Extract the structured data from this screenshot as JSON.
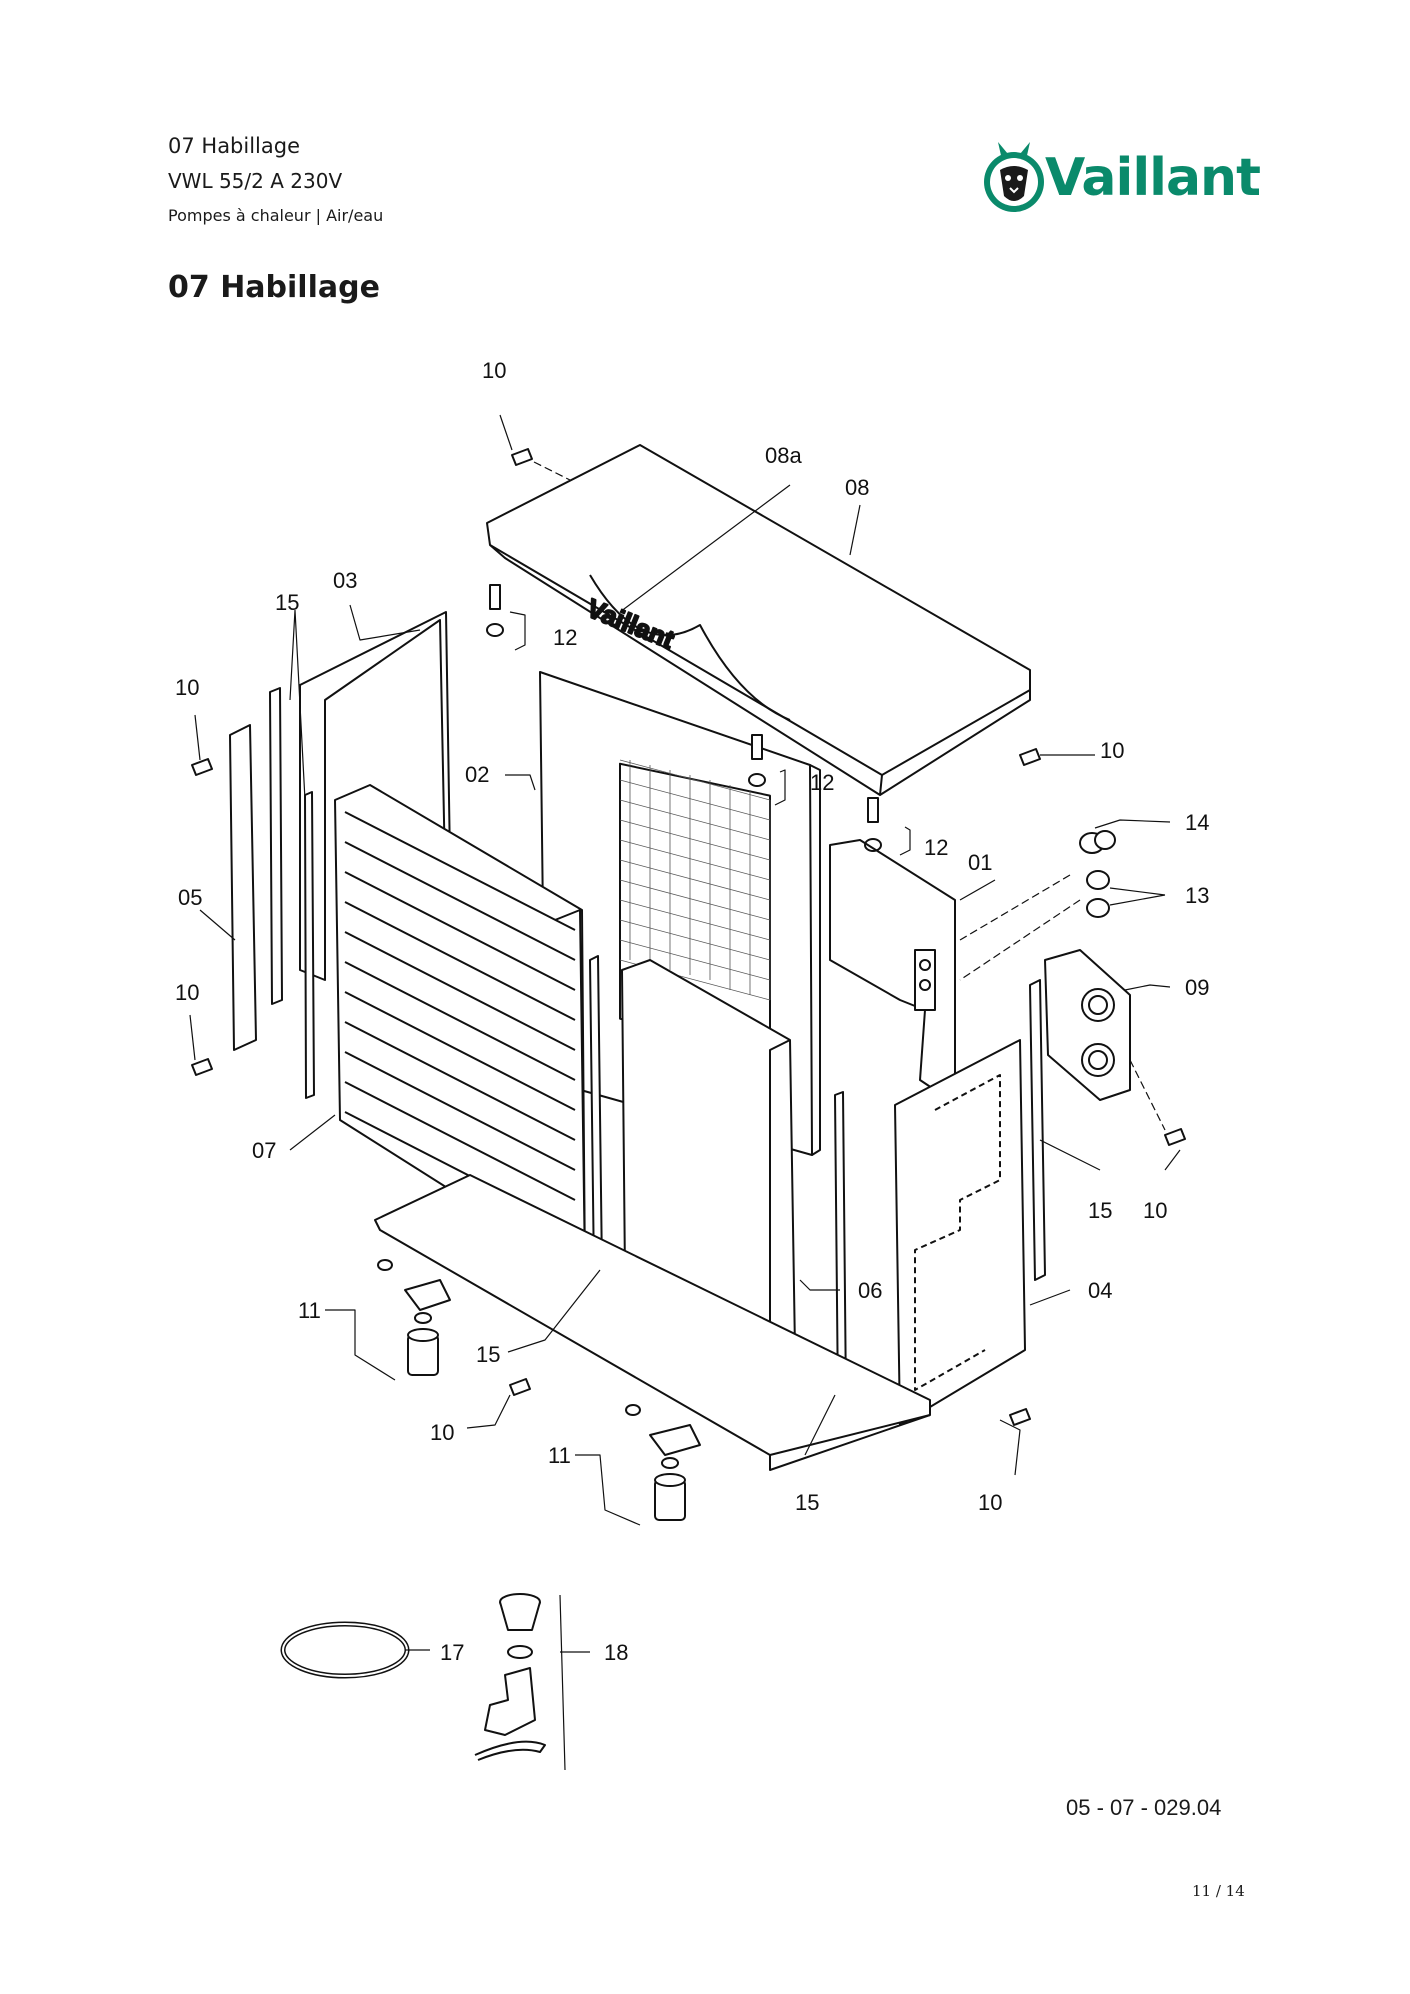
{
  "header": {
    "section": "07 Habillage",
    "model": "VWL 55/2 A 230V",
    "category": "Pompes à chaleur | Air/eau"
  },
  "brand": {
    "name": "Vaillant",
    "color": "#0a8a6b"
  },
  "page_title": "07 Habillage",
  "diagram": {
    "panel_logo": "Vaillant",
    "callouts": [
      {
        "id": "c10a",
        "label": "10"
      },
      {
        "id": "c08a",
        "label": "08a"
      },
      {
        "id": "c08",
        "label": "08"
      },
      {
        "id": "c03",
        "label": "03"
      },
      {
        "id": "c15a",
        "label": "15"
      },
      {
        "id": "c12a",
        "label": "12"
      },
      {
        "id": "c10b",
        "label": "10"
      },
      {
        "id": "c10c",
        "label": "10"
      },
      {
        "id": "c02",
        "label": "02"
      },
      {
        "id": "c12b",
        "label": "12"
      },
      {
        "id": "c12c",
        "label": "12"
      },
      {
        "id": "c14",
        "label": "14"
      },
      {
        "id": "c01",
        "label": "01"
      },
      {
        "id": "c13",
        "label": "13"
      },
      {
        "id": "c05",
        "label": "05"
      },
      {
        "id": "c10d",
        "label": "10"
      },
      {
        "id": "c09",
        "label": "09"
      },
      {
        "id": "c07",
        "label": "07"
      },
      {
        "id": "c15b",
        "label": "15"
      },
      {
        "id": "c10e",
        "label": "10"
      },
      {
        "id": "c06",
        "label": "06"
      },
      {
        "id": "c04",
        "label": "04"
      },
      {
        "id": "c11a",
        "label": "11"
      },
      {
        "id": "c15c",
        "label": "15"
      },
      {
        "id": "c10f",
        "label": "10"
      },
      {
        "id": "c11b",
        "label": "11"
      },
      {
        "id": "c15d",
        "label": "15"
      },
      {
        "id": "c10g",
        "label": "10"
      },
      {
        "id": "c17",
        "label": "17"
      },
      {
        "id": "c18",
        "label": "18"
      }
    ]
  },
  "drawing_ref": "05 - 07 - 029.04",
  "page_number": "11 / 14"
}
